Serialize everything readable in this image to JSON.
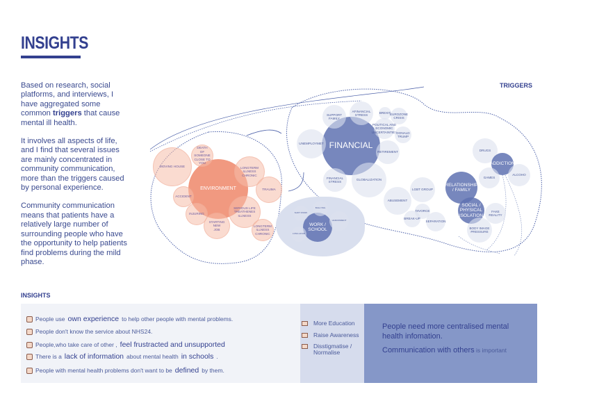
{
  "header": {
    "title": "INSIGHTS",
    "triggers_label": "TRIGGERS",
    "insights_label": "INSIGHTS"
  },
  "intro": {
    "p1": [
      "Based on research, social platforms, and interviews, I have aggregated some common ",
      "triggers",
      " that cause mental ill health."
    ],
    "p2": "It involves all aspects of life, and I find that several issues are mainly concentrated in community communication, more than the triggers caused by personal experience.",
    "p3": "Community communication means that patients have a relatively large number of surrounding people who have the opportunity to help patients find problems during the mild phase."
  },
  "bubbles": [
    "ENVIRONMENT",
    "MOVING HOUSE",
    "DEATH\nOF SOMEONE\nCLOSE TO YOU",
    "LONGTERM\nILLNESS\nCHRONIC",
    "TRAUMA",
    "ACCIDENT",
    "INJURING",
    "STARTING\nNEW\nJOB",
    "SERIOUS LIFE\nTREATHENES\nILLNESS",
    "LONGTERM\nILLNESS\nCHRONIC",
    "WORK /\nSCHOOL",
    "BULLYING",
    "SHIFT WORK",
    "HARASSMENT",
    "LONG HOUR",
    "FINANCIAL",
    "SUPPORT\nFAMILY",
    "AFINANCIAL\nSTRESS",
    "BREXIT",
    "EUROZONE\nCRISIS",
    "POLITICAL AND\nECONOMIC\nUNCERTAINTIES",
    "DONALD\nTRUMP",
    "UNEMPLOYMET",
    "RETIREMENT",
    "FINANCIAL\nSTRESS",
    "GLOBALIZATION",
    "ABUSEMENT",
    "LGBT GROUP",
    "DIVORCE",
    "BREAK-UP",
    "SEPARATION",
    "RELATIONSHIP\n/ FAMILY",
    "SOCIAL /\nPHYSICAL\nISOLATION",
    "FAKE REALITY",
    "BODY IMAGE\nPRESSURE",
    "DRUGS",
    "ADDICTION",
    "GAMES",
    "ALCOHO"
  ],
  "insights": [
    {
      "icon": "people-icon",
      "parts": [
        "People use ",
        "own experience",
        " to help other people with mental problems."
      ]
    },
    {
      "icon": "eye-icon",
      "parts": [
        "People don't know the service about NHS24.",
        "",
        ""
      ]
    },
    {
      "icon": "care-icon",
      "parts": [
        "People,who take care of other ,",
        "feel frustracted and unsupported",
        ""
      ]
    },
    {
      "icon": "school-icon",
      "parts": [
        "There is a ",
        "lack of information",
        " about mental health ",
        "in schools",
        "."
      ]
    },
    {
      "icon": "person-icon",
      "parts": [
        "People with mental health problems don't want to be ",
        "defined",
        " by them."
      ]
    }
  ],
  "actions": [
    "More Education",
    "Raise Awareness",
    "Disstigmatise /\nNormalise"
  ],
  "conclusion": {
    "line1": "People need more centralised mental health infomation.",
    "line2_bold": "Communication with others",
    "line2_rest": " is important"
  },
  "colors": {
    "primary": "#33408f",
    "bubble_blue": "#5f72b2",
    "bubble_orange": "#ee8060",
    "panel_dark": "#8597c8"
  }
}
